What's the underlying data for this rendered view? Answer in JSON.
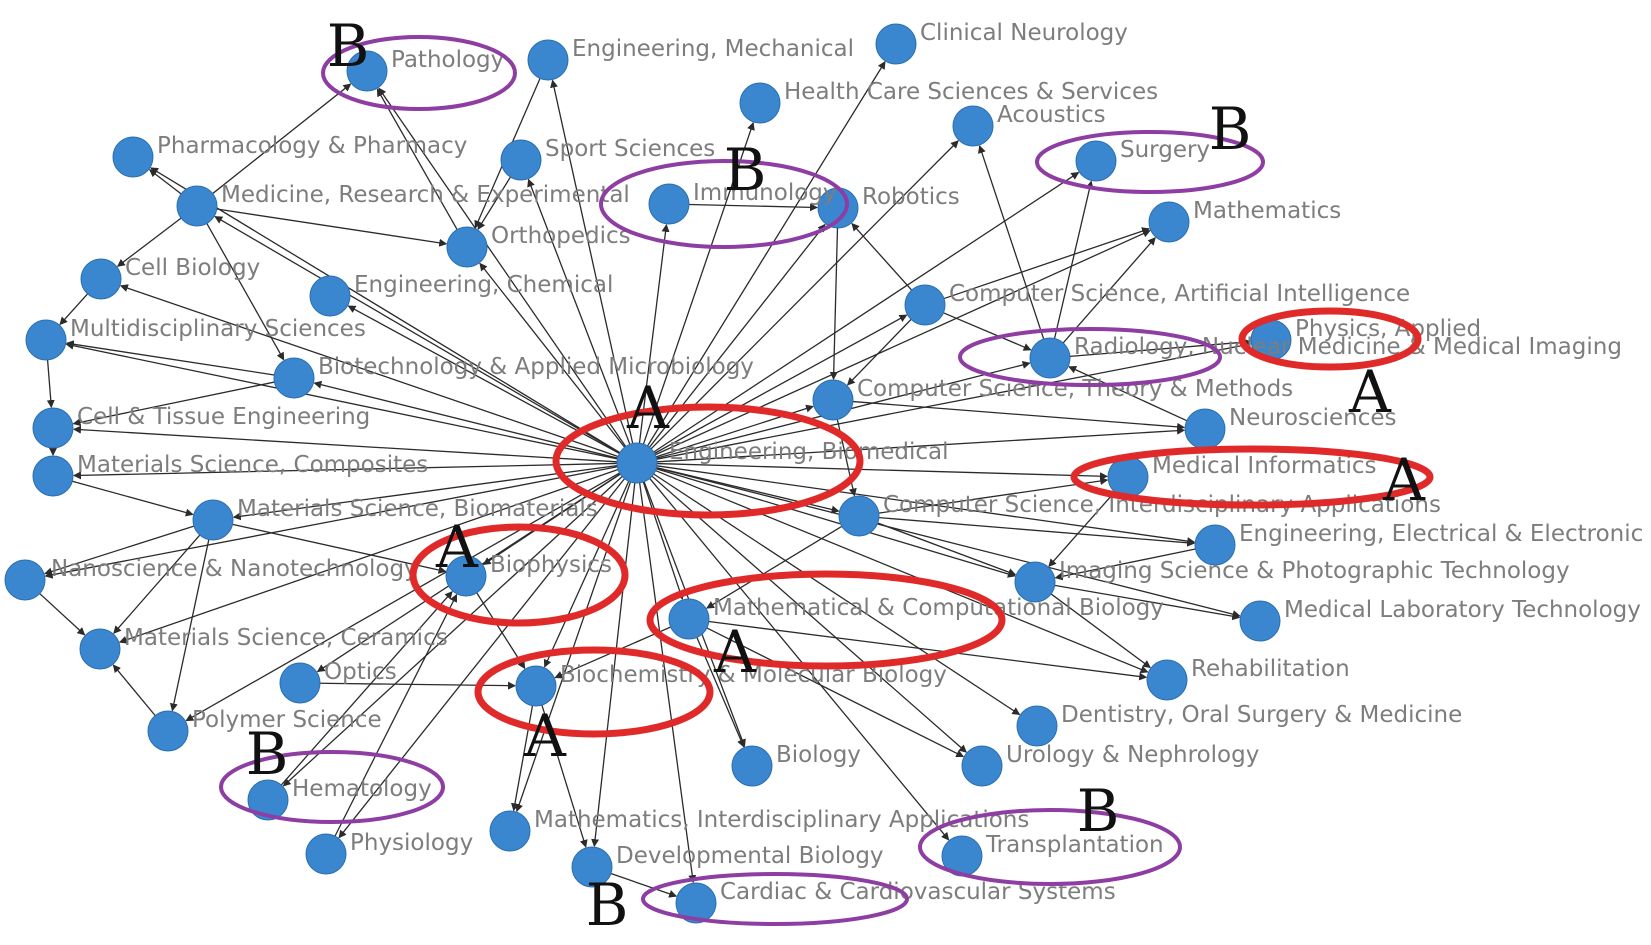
{
  "colors": {
    "node_fill": "#3b87cf",
    "node_stroke": "#2a6fb0",
    "edge": "#2b2b2b",
    "label": "#7d7d7d",
    "highlight_a": "#e02a2a",
    "highlight_b": "#8e3da3",
    "letter": "#111111"
  },
  "nodes": [
    {
      "id": "eng_biomed",
      "label": "Engineering, Biomedical",
      "group": "A"
    },
    {
      "id": "pathology",
      "label": "Pathology",
      "group": "B"
    },
    {
      "id": "eng_mech",
      "label": "Engineering, Mechanical"
    },
    {
      "id": "clin_neuro",
      "label": "Clinical Neurology"
    },
    {
      "id": "health_care",
      "label": "Health Care Sciences & Services"
    },
    {
      "id": "acoustics",
      "label": "Acoustics"
    },
    {
      "id": "pharmacology",
      "label": "Pharmacology & Pharmacy"
    },
    {
      "id": "sport",
      "label": "Sport Sciences"
    },
    {
      "id": "surgery",
      "label": "Surgery",
      "group": "B"
    },
    {
      "id": "med_research",
      "label": "Medicine, Research & Experimental"
    },
    {
      "id": "immunology",
      "label": "Immunology",
      "group": "B"
    },
    {
      "id": "robotics",
      "label": "Robotics"
    },
    {
      "id": "mathematics",
      "label": "Mathematics"
    },
    {
      "id": "orthopedics",
      "label": "Orthopedics"
    },
    {
      "id": "cell_bio",
      "label": "Cell Biology"
    },
    {
      "id": "eng_chem",
      "label": "Engineering, Chemical"
    },
    {
      "id": "cs_ai",
      "label": "Computer Science, Artificial Intelligence"
    },
    {
      "id": "multidisc",
      "label": "Multidisciplinary Sciences"
    },
    {
      "id": "physics_applied",
      "label": "Physics, Applied",
      "group": "A"
    },
    {
      "id": "radiology",
      "label": "Radiology, Nuclear Medicine & Medical Imaging",
      "group": "B"
    },
    {
      "id": "biotech",
      "label": "Biotechnology & Applied Microbiology"
    },
    {
      "id": "cs_theory",
      "label": "Computer Science, Theory & Methods"
    },
    {
      "id": "cell_tissue",
      "label": "Cell & Tissue Engineering"
    },
    {
      "id": "neuro",
      "label": "Neurosciences"
    },
    {
      "id": "mat_comp",
      "label": "Materials Science, Composites"
    },
    {
      "id": "med_inf",
      "label": "Medical Informatics",
      "group": "A"
    },
    {
      "id": "cs_interdisc",
      "label": "Computer Science, Interdisciplinary Applications"
    },
    {
      "id": "mat_biomat",
      "label": "Materials Science, Biomaterials"
    },
    {
      "id": "eng_elec",
      "label": "Engineering, Electrical & Electronic"
    },
    {
      "id": "biophysics",
      "label": "Biophysics",
      "group": "A"
    },
    {
      "id": "nano",
      "label": "Nanoscience & Nanotechnology"
    },
    {
      "id": "imaging",
      "label": "Imaging Science & Photographic Technology"
    },
    {
      "id": "math_comp_bio",
      "label": "Mathematical & Computational Biology",
      "group": "A"
    },
    {
      "id": "med_lab",
      "label": "Medical Laboratory Technology"
    },
    {
      "id": "mat_ceram",
      "label": "Materials Science, Ceramics"
    },
    {
      "id": "optics",
      "label": "Optics"
    },
    {
      "id": "rehab",
      "label": "Rehabilitation"
    },
    {
      "id": "biochem",
      "label": "Biochemistry & Molecular Biology",
      "group": "A"
    },
    {
      "id": "polymer",
      "label": "Polymer Science"
    },
    {
      "id": "dentistry",
      "label": "Dentistry, Oral Surgery & Medicine"
    },
    {
      "id": "biology",
      "label": "Biology"
    },
    {
      "id": "urology",
      "label": "Urology & Nephrology"
    },
    {
      "id": "hematology",
      "label": "Hematology",
      "group": "B"
    },
    {
      "id": "math_interdisc",
      "label": "Mathematics, Interdisciplinary Applications"
    },
    {
      "id": "physiology",
      "label": "Physiology"
    },
    {
      "id": "transplant",
      "label": "Transplantation",
      "group": "B"
    },
    {
      "id": "dev_bio",
      "label": "Developmental Biology"
    },
    {
      "id": "cardiac",
      "label": "Cardiac & Cardiovascular Systems",
      "group": "B"
    }
  ],
  "edges": [
    [
      "eng_biomed",
      "pathology"
    ],
    [
      "eng_biomed",
      "eng_mech"
    ],
    [
      "eng_biomed",
      "clin_neuro"
    ],
    [
      "eng_biomed",
      "health_care"
    ],
    [
      "eng_biomed",
      "acoustics"
    ],
    [
      "eng_biomed",
      "pharmacology"
    ],
    [
      "eng_biomed",
      "sport"
    ],
    [
      "eng_biomed",
      "surgery"
    ],
    [
      "eng_biomed",
      "med_research"
    ],
    [
      "eng_biomed",
      "immunology"
    ],
    [
      "eng_biomed",
      "robotics"
    ],
    [
      "eng_biomed",
      "mathematics"
    ],
    [
      "eng_biomed",
      "orthopedics"
    ],
    [
      "eng_biomed",
      "cell_bio"
    ],
    [
      "eng_biomed",
      "eng_chem"
    ],
    [
      "eng_biomed",
      "cs_ai"
    ],
    [
      "eng_biomed",
      "multidisc"
    ],
    [
      "eng_biomed",
      "physics_applied"
    ],
    [
      "eng_biomed",
      "radiology"
    ],
    [
      "eng_biomed",
      "biotech"
    ],
    [
      "eng_biomed",
      "cs_theory"
    ],
    [
      "eng_biomed",
      "cell_tissue"
    ],
    [
      "eng_biomed",
      "neuro"
    ],
    [
      "eng_biomed",
      "mat_comp"
    ],
    [
      "eng_biomed",
      "med_inf"
    ],
    [
      "eng_biomed",
      "cs_interdisc"
    ],
    [
      "eng_biomed",
      "mat_biomat"
    ],
    [
      "eng_biomed",
      "eng_elec"
    ],
    [
      "eng_biomed",
      "biophysics"
    ],
    [
      "eng_biomed",
      "nano"
    ],
    [
      "eng_biomed",
      "imaging"
    ],
    [
      "eng_biomed",
      "math_comp_bio"
    ],
    [
      "eng_biomed",
      "med_lab"
    ],
    [
      "eng_biomed",
      "mat_ceram"
    ],
    [
      "eng_biomed",
      "optics"
    ],
    [
      "eng_biomed",
      "rehab"
    ],
    [
      "eng_biomed",
      "biochem"
    ],
    [
      "eng_biomed",
      "polymer"
    ],
    [
      "eng_biomed",
      "dentistry"
    ],
    [
      "eng_biomed",
      "biology"
    ],
    [
      "eng_biomed",
      "urology"
    ],
    [
      "eng_biomed",
      "hematology"
    ],
    [
      "eng_biomed",
      "math_interdisc"
    ],
    [
      "eng_biomed",
      "physiology"
    ],
    [
      "eng_biomed",
      "transplant"
    ],
    [
      "eng_biomed",
      "dev_bio"
    ],
    [
      "eng_biomed",
      "cardiac"
    ],
    [
      "med_research",
      "pharmacology"
    ],
    [
      "med_research",
      "pathology"
    ],
    [
      "med_research",
      "orthopedics"
    ],
    [
      "med_research",
      "biotech"
    ],
    [
      "med_research",
      "cell_bio"
    ],
    [
      "orthopedics",
      "pathology"
    ],
    [
      "eng_mech",
      "orthopedics"
    ],
    [
      "sport",
      "orthopedics"
    ],
    [
      "biotech",
      "multidisc"
    ],
    [
      "biotech",
      "cell_tissue"
    ],
    [
      "cell_tissue",
      "mat_comp"
    ],
    [
      "mat_comp",
      "mat_biomat"
    ],
    [
      "mat_biomat",
      "nano"
    ],
    [
      "mat_biomat",
      "mat_ceram"
    ],
    [
      "mat_biomat",
      "biophysics"
    ],
    [
      "nano",
      "mat_ceram"
    ],
    [
      "mat_biomat",
      "polymer"
    ],
    [
      "biophysics",
      "biochem"
    ],
    [
      "optics",
      "biochem"
    ],
    [
      "biochem",
      "math_interdisc"
    ],
    [
      "biochem",
      "dev_bio"
    ],
    [
      "hematology",
      "biophysics"
    ],
    [
      "physiology",
      "biophysics"
    ],
    [
      "math_comp_bio",
      "biology"
    ],
    [
      "math_comp_bio",
      "biochem"
    ],
    [
      "math_comp_bio",
      "urology"
    ],
    [
      "math_comp_bio",
      "rehab"
    ],
    [
      "cs_ai",
      "robotics"
    ],
    [
      "cs_ai",
      "mathematics"
    ],
    [
      "cs_ai",
      "cs_theory"
    ],
    [
      "cs_ai",
      "radiology"
    ],
    [
      "radiology",
      "surgery"
    ],
    [
      "radiology",
      "acoustics"
    ],
    [
      "radiology",
      "physics_applied"
    ],
    [
      "radiology",
      "mathematics"
    ],
    [
      "cs_theory",
      "neuro"
    ],
    [
      "cs_theory",
      "cs_interdisc"
    ],
    [
      "cs_interdisc",
      "med_inf"
    ],
    [
      "cs_interdisc",
      "eng_elec"
    ],
    [
      "cs_interdisc",
      "imaging"
    ],
    [
      "imaging",
      "med_lab"
    ],
    [
      "imaging",
      "rehab"
    ],
    [
      "immunology",
      "robotics"
    ],
    [
      "robotics",
      "cs_theory"
    ],
    [
      "cs_interdisc",
      "math_comp_bio"
    ],
    [
      "med_inf",
      "imaging"
    ],
    [
      "neuro",
      "radiology"
    ],
    [
      "eng_elec",
      "imaging"
    ],
    [
      "multidisc",
      "cell_tissue"
    ],
    [
      "cell_bio",
      "multidisc"
    ],
    [
      "polymer",
      "mat_ceram"
    ],
    [
      "dev_bio",
      "cardiac"
    ]
  ],
  "highlights": [
    {
      "group": "A",
      "node": "eng_biomed",
      "letter": "A"
    },
    {
      "group": "A",
      "node": "physics_applied",
      "letter": "A"
    },
    {
      "group": "A",
      "node": "med_inf",
      "letter": "A"
    },
    {
      "group": "A",
      "node": "biophysics",
      "letter": "A"
    },
    {
      "group": "A",
      "node": "math_comp_bio",
      "letter": "A"
    },
    {
      "group": "A",
      "node": "biochem",
      "letter": "A"
    },
    {
      "group": "B",
      "node": "pathology",
      "letter": "B"
    },
    {
      "group": "B",
      "node": "immunology",
      "letter": "B"
    },
    {
      "group": "B",
      "node": "surgery",
      "letter": "B"
    },
    {
      "group": "B",
      "node": "radiology",
      "letter": ""
    },
    {
      "group": "B",
      "node": "hematology",
      "letter": "B"
    },
    {
      "group": "B",
      "node": "transplant",
      "letter": "B"
    },
    {
      "group": "B",
      "node": "cardiac",
      "letter": "B"
    }
  ]
}
